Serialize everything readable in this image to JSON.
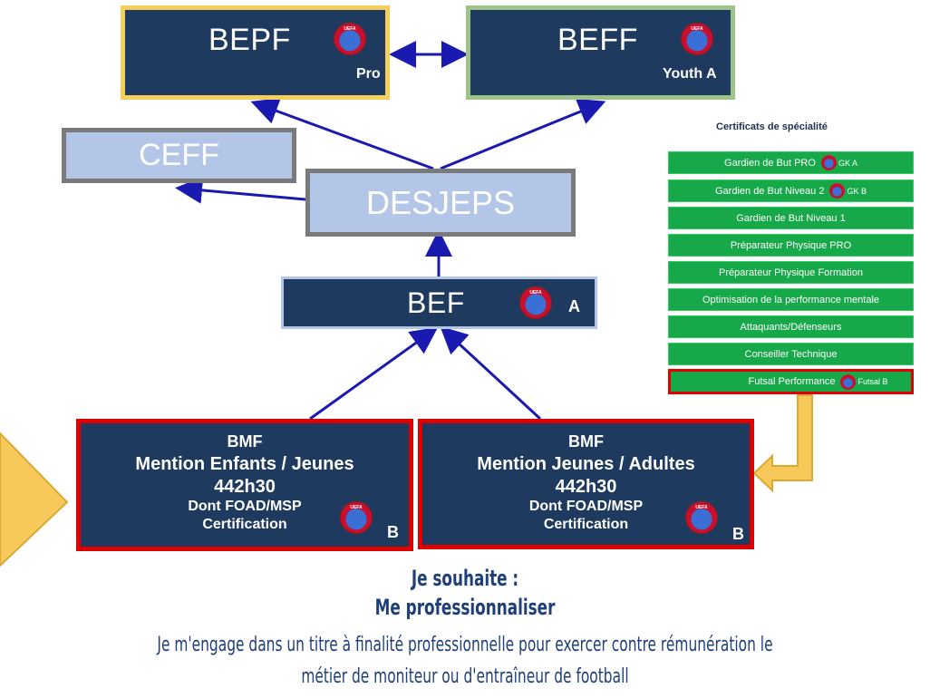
{
  "top": {
    "bepf": {
      "title": "BEPF",
      "tag": "Pro",
      "border_color": "#f4cf5e"
    },
    "beff": {
      "title": "BEFF",
      "tag": "Youth A",
      "border_color": "#9dc38a"
    }
  },
  "ceff": "CEFF",
  "desjeps": "DESJEPS",
  "bef": {
    "title": "BEF",
    "tag": "A"
  },
  "bmf_left": {
    "line1": "BMF",
    "line2": "Mention Enfants / Jeunes",
    "line3": "442h30",
    "line4": "Dont FOAD/MSP",
    "line5": "Certification",
    "tag": "B"
  },
  "bmf_right": {
    "line1": "BMF",
    "line2": "Mention Jeunes / Adultes",
    "line3": "442h30",
    "line4": "Dont FOAD/MSP",
    "line5": "Certification",
    "tag": "B"
  },
  "certificats": {
    "title": "Certificats de spécialité",
    "items": [
      {
        "label": "Gardien de But PRO",
        "tag": "GK A"
      },
      {
        "label": "Gardien de But Niveau 2",
        "tag": "GK B"
      },
      {
        "label": "Gardien de But Niveau 1",
        "tag": ""
      },
      {
        "label": "Préparateur Physique PRO",
        "tag": ""
      },
      {
        "label": "Préparateur Physique Formation",
        "tag": ""
      },
      {
        "label": "Optimisation de la performance mentale",
        "tag": ""
      },
      {
        "label": "Attaquants/Défenseurs",
        "tag": ""
      },
      {
        "label": "Conseiller Technique",
        "tag": ""
      },
      {
        "label": "Futsal Performance",
        "tag": "Futsal B"
      }
    ]
  },
  "bottom": {
    "line1": "Je souhaite :",
    "line2": "Me professionnaliser",
    "line3": "Je m'engage dans un titre à finalité professionnelle pour exercer contre rémunération le",
    "line4": "métier de moniteur ou d'entraîneur de football"
  },
  "colors": {
    "navy": "#1f3a5f",
    "light_blue": "#b4c6e7",
    "green": "#17a84a",
    "red_border": "#e00000",
    "arrow_blue": "#1a1ab0",
    "yellow": "#f7c95b"
  }
}
